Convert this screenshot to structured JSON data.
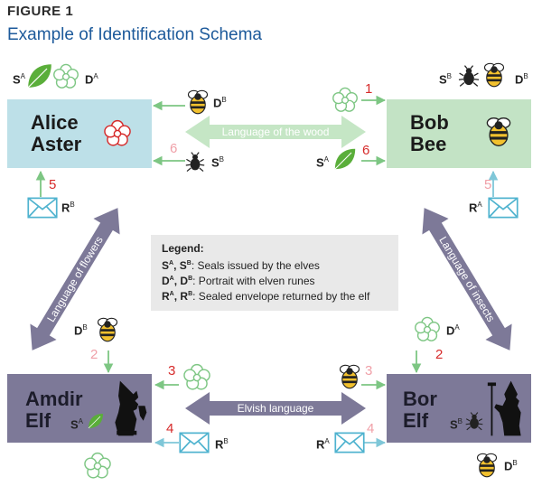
{
  "figure": {
    "label": "FIGURE 1",
    "title": "Example of Identification Schema"
  },
  "nodes": {
    "alice": {
      "line1": "Alice",
      "line2": "Aster",
      "color": "#bde0e8"
    },
    "bob": {
      "line1": "Bob",
      "line2": "Bee",
      "color": "#c3e3c5"
    },
    "amdir": {
      "line1": "Amdir",
      "line2": "Elf",
      "color": "#7d7998"
    },
    "bor": {
      "line1": "Bor",
      "line2": "Elf",
      "color": "#7d7998"
    }
  },
  "channels": {
    "wood": "Language of the wood",
    "flowers": "Language of flowers",
    "insects": "Language of insects",
    "elvish": "Elvish language"
  },
  "legend": {
    "title": "Legend:",
    "row1_symbols": "S^A, S^B",
    "row1_text": ": Seals issued by the elves",
    "row2_symbols": "D^A, D^B",
    "row2_text": ": Portrait with elven runes",
    "row3_symbols": "R^A, R^B",
    "row3_text": ": Sealed envelope returned by the elf"
  },
  "items": {
    "sa": {
      "main": "S",
      "sup": "A"
    },
    "sb": {
      "main": "S",
      "sup": "B"
    },
    "da": {
      "main": "D",
      "sup": "A"
    },
    "db": {
      "main": "D",
      "sup": "B"
    },
    "ra": {
      "main": "R",
      "sup": "A"
    },
    "rb": {
      "main": "R",
      "sup": "B"
    }
  },
  "steps": {
    "s1": "1",
    "s2": "2",
    "s3": "3",
    "s4": "4",
    "s5": "5",
    "s6": "6"
  },
  "colors": {
    "title_blue": "#1d5a9b",
    "step_red": "#d62a2a",
    "step_pink": "#f0a0a8",
    "arrow_green": "#7dc683",
    "arrow_blue": "#7fc7d8",
    "channel_wood": "#c5e6c5",
    "channel_purple": "#7d7998",
    "legend_bg": "#e9e9e9",
    "leaf_green": "#5aae3a"
  },
  "icons": [
    "leaf-icon",
    "flower-icon",
    "bee-icon",
    "beetle-icon",
    "envelope-icon",
    "elf-silhouette-icon"
  ]
}
